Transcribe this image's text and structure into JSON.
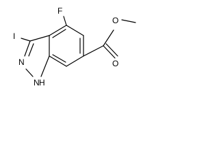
{
  "molecule": {
    "atoms": {
      "fluorine": "F",
      "iodine": "I",
      "nitrogen_2": "N",
      "nitrogen_1": "N",
      "hydrogen_nh": "H",
      "carbonyl_oxygen": "O",
      "ester_oxygen": "O"
    },
    "colors": {
      "bond": "#000000",
      "label": "#000000",
      "background": "#ffffff"
    }
  }
}
